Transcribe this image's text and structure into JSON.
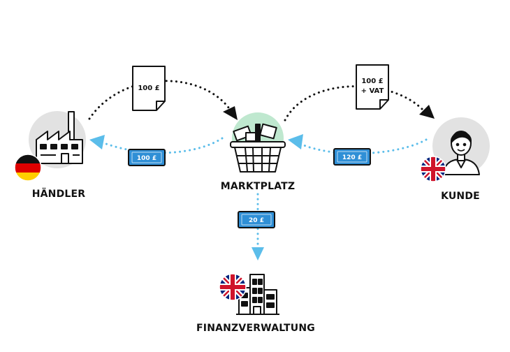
{
  "nodes": {
    "haendler": {
      "label": "HÄNDLER",
      "flag": "germany-flag-icon",
      "icon": "factory-icon"
    },
    "marktplatz": {
      "label": "MARKTPLATZ",
      "icon": "shopping-basket-icon"
    },
    "kunde": {
      "label": "KUNDE",
      "flag": "uk-flag-icon",
      "icon": "customer-person-icon"
    },
    "finanz": {
      "label": "FINANZVERWALTUNG",
      "flag": "uk-flag-icon",
      "icon": "government-building-icon"
    }
  },
  "documents": {
    "haendler_to_markt": {
      "line1": "100 £"
    },
    "markt_to_kunde": {
      "line1": "100 £",
      "line2": "+ VAT"
    }
  },
  "payments": {
    "markt_to_haendler": "100 £",
    "kunde_to_markt": "120 £",
    "markt_to_finanz": "20 £"
  },
  "colors": {
    "invoice_flow": "#111111",
    "money_flow": "#5bbdea",
    "bill": "#2f8fd6",
    "node_circle": "#e2e2e2",
    "basket_circle": "#bfe8cf",
    "uk_blue": "#00247d",
    "uk_red": "#cf142b",
    "de_gold": "#ffce00",
    "de_red": "#dd0000"
  }
}
